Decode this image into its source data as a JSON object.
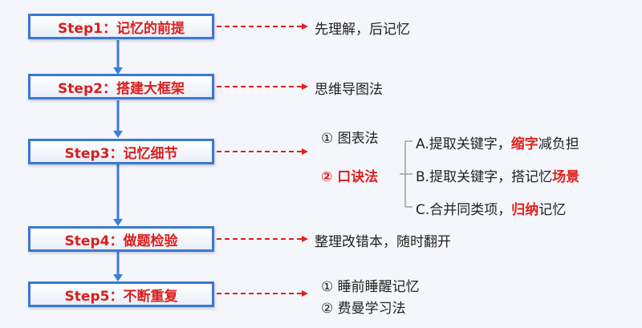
{
  "steps": [
    {
      "label": "Step1：记忆的前提"
    },
    {
      "label": "Step2：搭建大框架"
    },
    {
      "label": "Step3：记忆细节"
    },
    {
      "label": "Step4：做题检验"
    },
    {
      "label": "Step5：不断重复"
    }
  ],
  "outcomes": {
    "step1": "先理解，后记忆",
    "step2": "思维导图法",
    "step3": {
      "method1": "① 图表法",
      "method2": "② 口诀法",
      "tips": [
        {
          "pre": "A.提取关键字，",
          "hl": "缩字",
          "post": "减负担"
        },
        {
          "pre": "B.提取关键字，搭记忆",
          "hl": "场景",
          "post": ""
        },
        {
          "pre": "C.合并同类项，",
          "hl": "归纳",
          "post": "记忆"
        }
      ]
    },
    "step4": "整理改错本，随时翻开",
    "step5": [
      "① 睡前睡醒记忆",
      "② 费曼学习法"
    ]
  },
  "colors": {
    "step_border": "#3a78d4",
    "step_text": "#d91e1e",
    "arrow_blue": "#3b7ddd",
    "arrow_red": "#e0201c",
    "highlight": "#e0201c"
  }
}
